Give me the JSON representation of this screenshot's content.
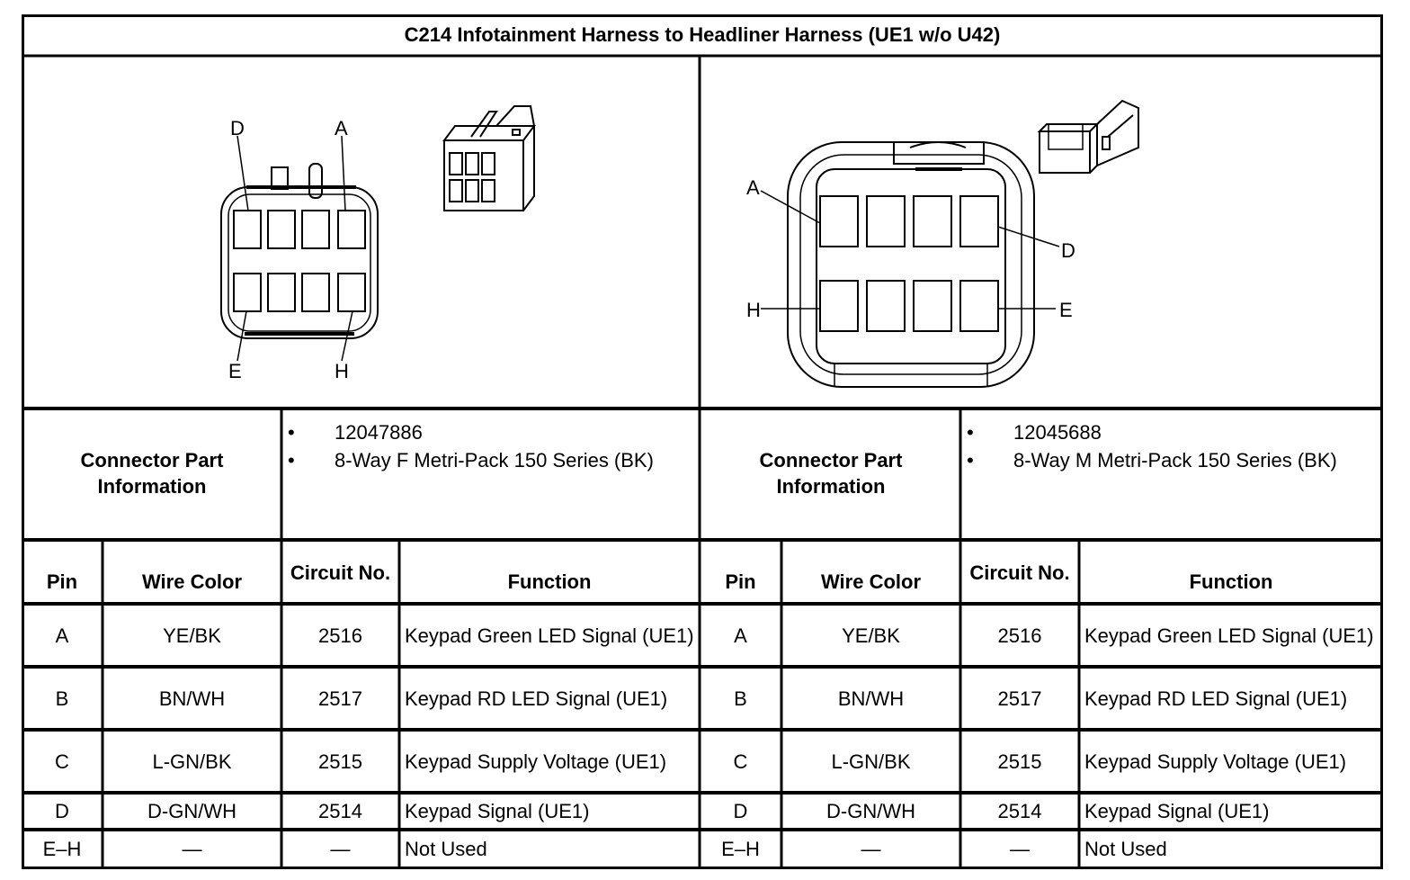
{
  "title": "C214 Infotainment Harness to Headliner Harness (UE1 w/o U42)",
  "left_connector": {
    "pin_labels": {
      "top_left": "D",
      "top_right": "A",
      "bottom_left": "E",
      "bottom_right": "H"
    },
    "info_label": "Connector Part Information",
    "part_info": [
      "12047886",
      "8-Way F Metri-Pack 150 Series (BK)"
    ]
  },
  "right_connector": {
    "pin_labels": {
      "top_left": "A",
      "top_right": "D",
      "bottom_left": "H",
      "bottom_right": "E"
    },
    "info_label": "Connector Part Information",
    "part_info": [
      "12045688",
      "8-Way M Metri-Pack 150 Series (BK)"
    ]
  },
  "table_headers": [
    "Pin",
    "Wire Color",
    "Circuit No.",
    "Function"
  ],
  "rows": [
    {
      "pin": "A",
      "wire_color": "YE/BK",
      "circuit": "2516",
      "function": "Keypad Green LED Signal (UE1)"
    },
    {
      "pin": "B",
      "wire_color": "BN/WH",
      "circuit": "2517",
      "function": "Keypad RD LED Signal (UE1)"
    },
    {
      "pin": "C",
      "wire_color": "L-GN/BK",
      "circuit": "2515",
      "function": "Keypad Supply Voltage (UE1)"
    },
    {
      "pin": "D",
      "wire_color": "D-GN/WH",
      "circuit": "2514",
      "function": "Keypad Signal (UE1)"
    },
    {
      "pin": "E–H",
      "wire_color": "—",
      "circuit": "—",
      "function": "Not Used"
    }
  ]
}
